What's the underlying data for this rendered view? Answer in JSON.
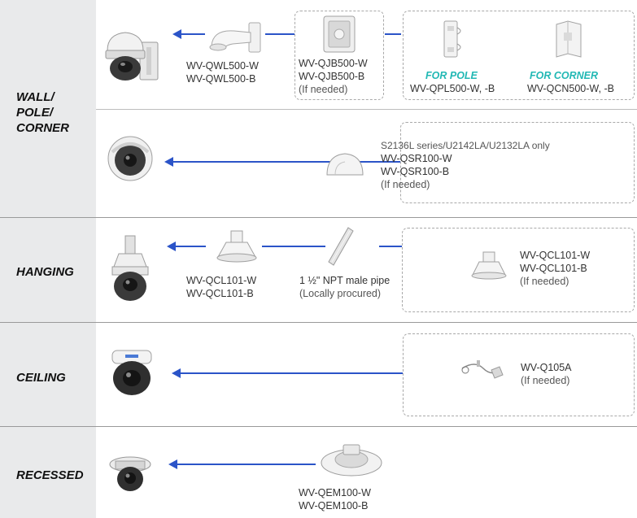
{
  "rows": {
    "wall": {
      "label_lines": [
        "WALL/",
        "POLE/",
        "CORNER"
      ],
      "wall_mount": {
        "model_w": "WV-QWL500-W",
        "model_b": "WV-QWL500-B"
      },
      "junction_box": {
        "model_w": "WV-QJB500-W",
        "model_b": "WV-QJB500-B",
        "note": "(If needed)"
      },
      "pole": {
        "heading": "FOR POLE",
        "model": "WV-QPL500-W, -B"
      },
      "corner": {
        "heading": "FOR CORNER",
        "model": "WV-QCN500-W, -B"
      }
    },
    "sunshield": {
      "series_note": "S2136L series/U2142LA/U2132LA only",
      "model_w": "WV-QSR100-W",
      "model_b": "WV-QSR100-B",
      "note": "(If needed)"
    },
    "hanging": {
      "label_lines": [
        "HANGING"
      ],
      "mount": {
        "model_w": "WV-QCL101-W",
        "model_b": "WV-QCL101-B"
      },
      "pipe": {
        "label": "1 ½\" NPT male pipe",
        "note": "(Locally procured)"
      },
      "optional": {
        "model_w": "WV-QCL101-W",
        "model_b": "WV-QCL101-B",
        "note": "(If needed)"
      }
    },
    "ceiling": {
      "label_lines": [
        "CEILING"
      ],
      "optional": {
        "model": "WV-Q105A",
        "note": "(If needed)"
      }
    },
    "recessed": {
      "label_lines": [
        "RECESSED"
      ],
      "mount": {
        "model_w": "WV-QEM100-W",
        "model_b": "WV-QEM100-B"
      }
    }
  },
  "colors": {
    "arrow": "#2b54c8",
    "teal": "#21b8b4",
    "label_bg": "#e9eaeb"
  },
  "icons": [
    "dome-camera-wall-icon",
    "wall-mount-bracket-icon",
    "junction-box-icon",
    "pole-bracket-icon",
    "corner-bracket-icon",
    "dome-camera-sunshield-icon",
    "sunshield-icon",
    "dome-camera-hanging-icon",
    "ceiling-hanging-mount-icon",
    "pipe-icon",
    "dome-camera-ceiling-icon",
    "safety-wire-icon",
    "dome-camera-recessed-icon",
    "embedded-mount-icon"
  ]
}
